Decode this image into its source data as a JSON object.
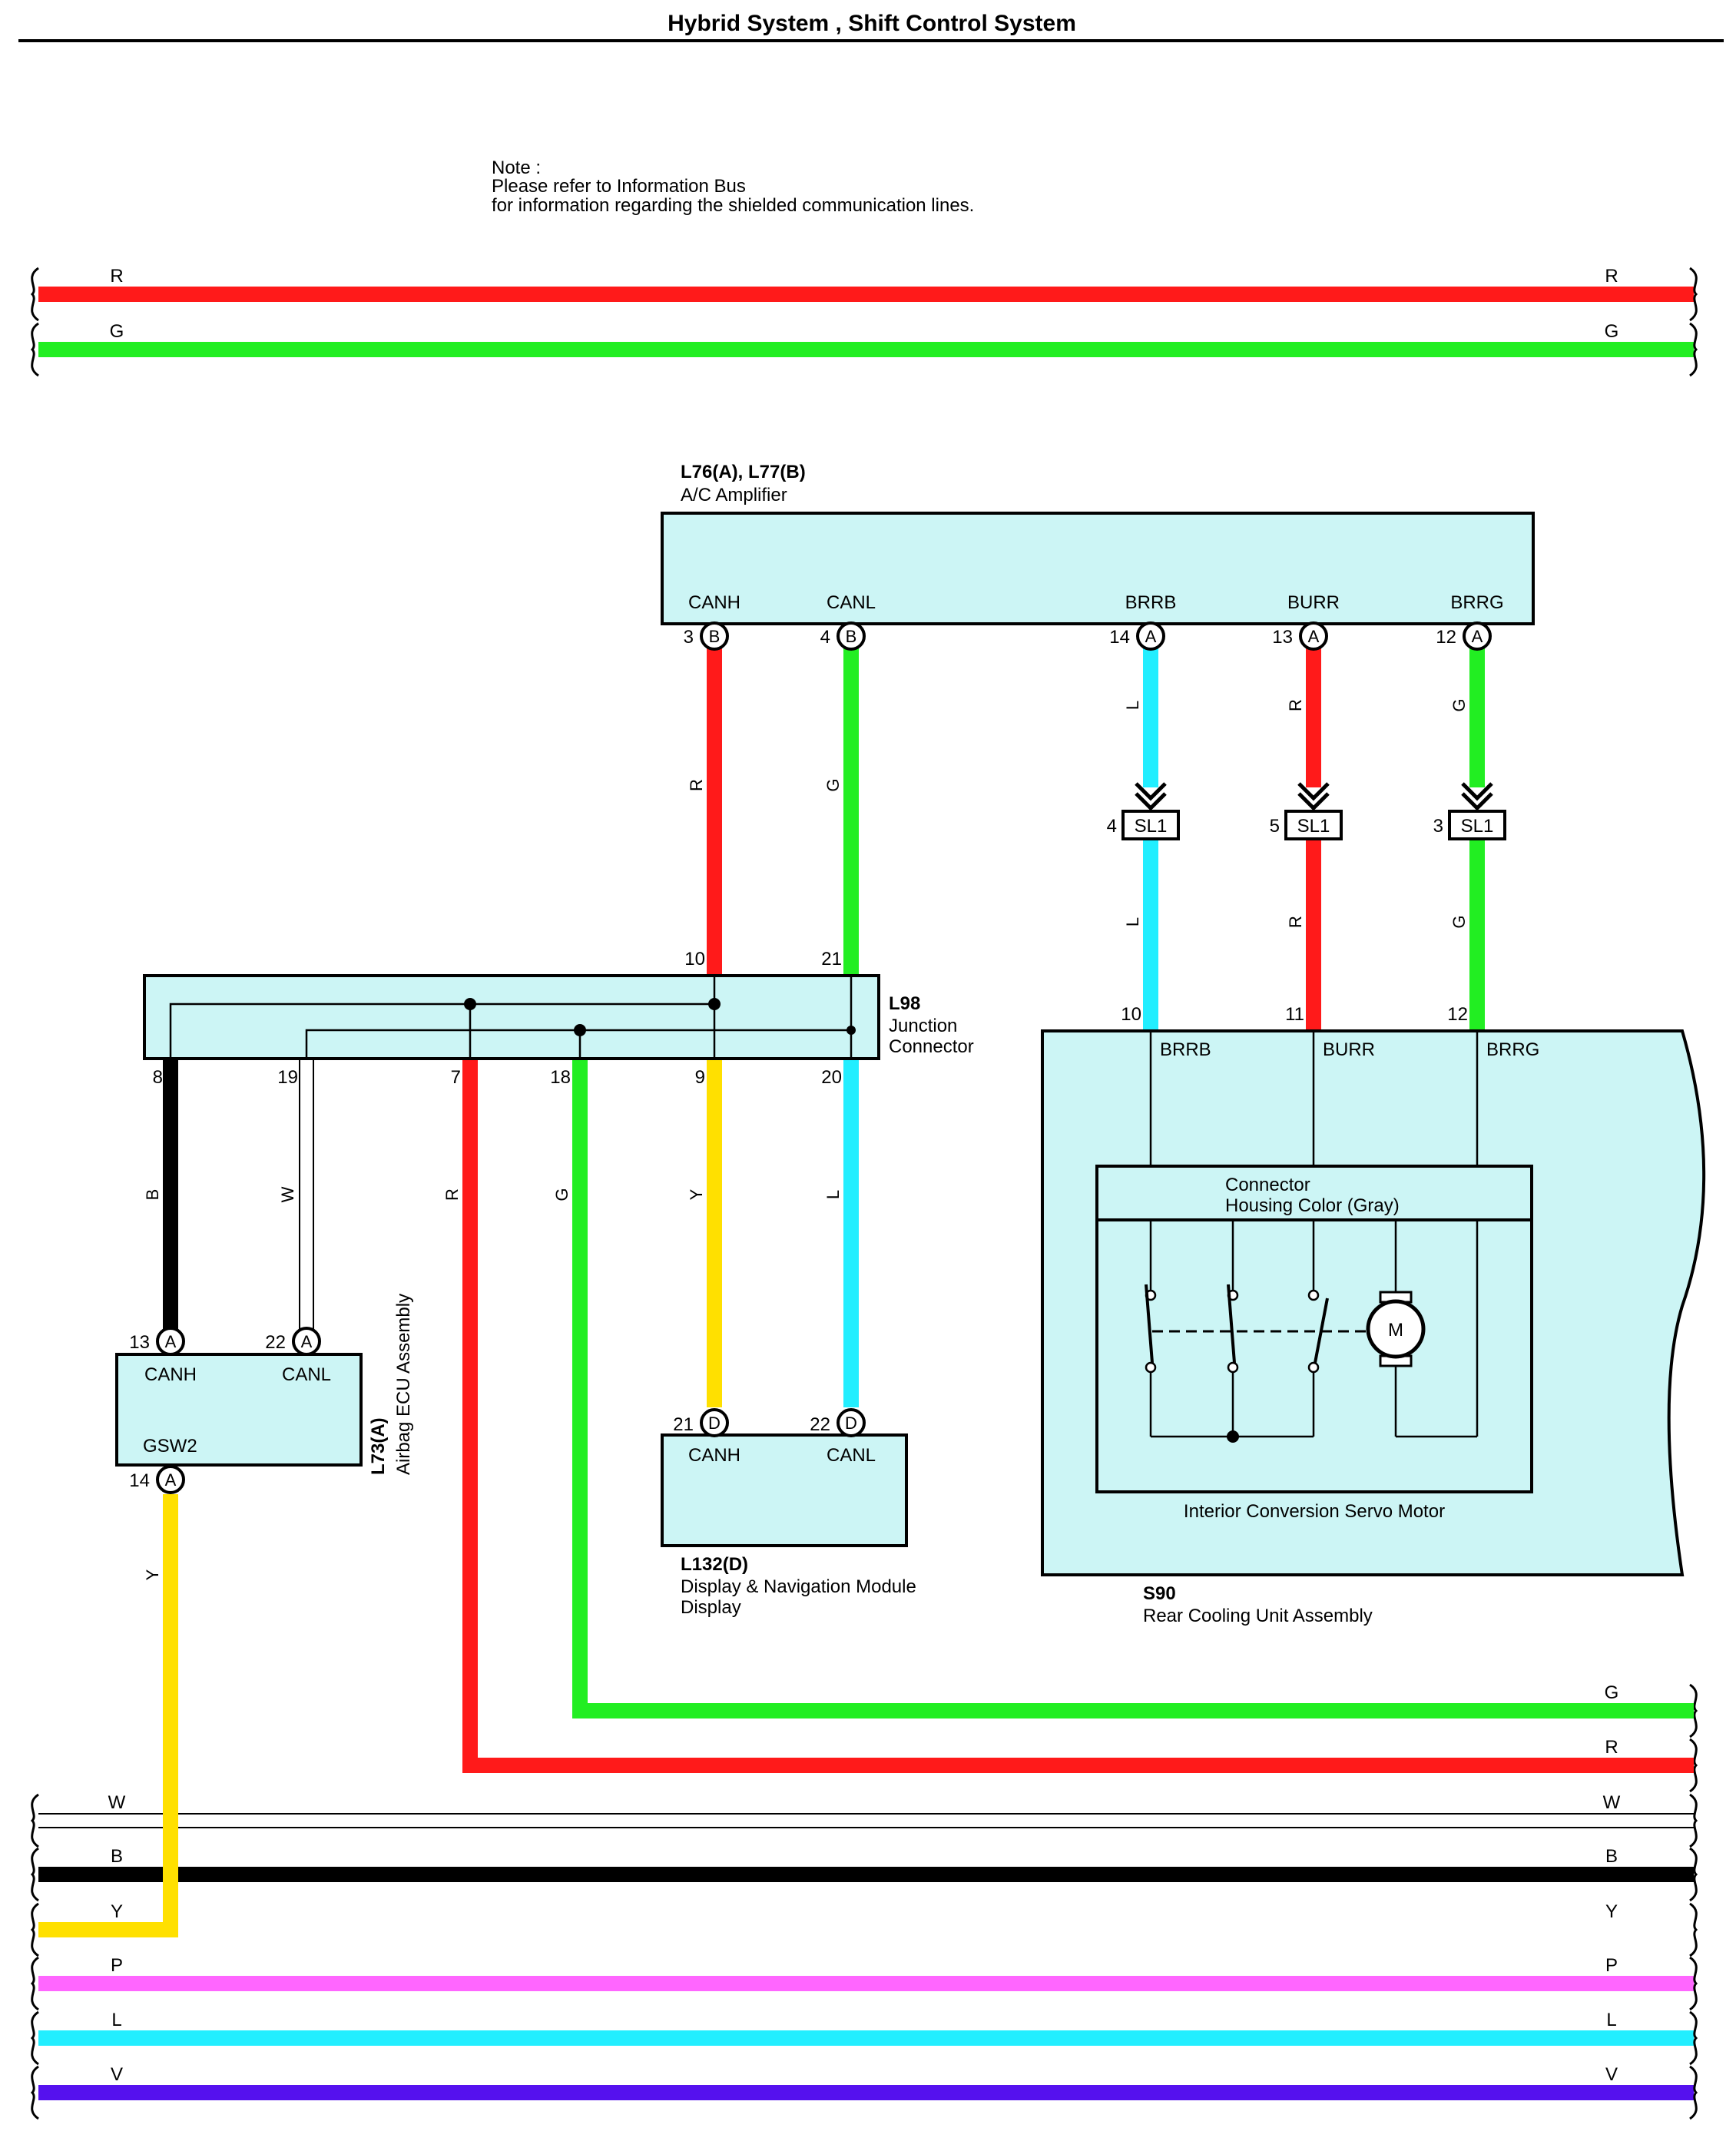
{
  "title": "Hybrid System , Shift Control System",
  "note": {
    "line1": "Note :",
    "line2": "Please refer to Information Bus",
    "line3": "for information regarding the shielded communication lines."
  },
  "colors": {
    "R": "#ff1a1a",
    "G": "#22ee22",
    "L": "#22eeff",
    "Y": "#ffe000",
    "B": "#000000",
    "W": "#ffffff",
    "P": "#ff66ff",
    "V": "#5511ee",
    "component_fill": "#ccf5f5"
  },
  "top_bus": [
    {
      "code": "R",
      "color": "R"
    },
    {
      "code": "G",
      "color": "G"
    }
  ],
  "ac_amplifier": {
    "ref": "L76(A), L77(B)",
    "name": "A/C Amplifier",
    "terminals": [
      {
        "label": "CANH",
        "pin": "3",
        "conn": "B",
        "wire": "R"
      },
      {
        "label": "CANL",
        "pin": "4",
        "conn": "B",
        "wire": "G"
      },
      {
        "label": "BRRB",
        "pin": "14",
        "conn": "A",
        "wire": "L"
      },
      {
        "label": "BURR",
        "pin": "13",
        "conn": "A",
        "wire": "R"
      },
      {
        "label": "BRRG",
        "pin": "12",
        "conn": "A",
        "wire": "G"
      }
    ]
  },
  "sl1": {
    "label": "SL1",
    "pins": [
      "4",
      "5",
      "3"
    ]
  },
  "junction_connector": {
    "ref": "L98",
    "name1": "Junction",
    "name2": "Connector",
    "top_pins": [
      "10",
      "21"
    ],
    "bottom_pins": [
      {
        "pin": "8",
        "wire": "B"
      },
      {
        "pin": "19",
        "wire": "W"
      },
      {
        "pin": "7",
        "wire": "R"
      },
      {
        "pin": "18",
        "wire": "G"
      },
      {
        "pin": "9",
        "wire": "Y"
      },
      {
        "pin": "20",
        "wire": "L"
      }
    ]
  },
  "airbag_ecu": {
    "ref": "L73(A)",
    "name": "Airbag ECU Assembly",
    "terminals": [
      {
        "label": "CANH",
        "pin": "13",
        "conn": "A"
      },
      {
        "label": "CANL",
        "pin": "22",
        "conn": "A"
      },
      {
        "label": "GSW2",
        "pin": "14",
        "conn": "A"
      }
    ],
    "out_wire": "Y"
  },
  "display_module": {
    "ref": "L132(D)",
    "name1": "Display & Navigation Module",
    "name2": "Display",
    "terminals": [
      {
        "label": "CANH",
        "pin": "21",
        "conn": "D"
      },
      {
        "label": "CANL",
        "pin": "22",
        "conn": "D"
      }
    ]
  },
  "rear_cooling_unit": {
    "ref": "S90",
    "name": "Rear Cooling Unit Assembly",
    "terminals": [
      {
        "label": "BRRB",
        "pin": "10"
      },
      {
        "label": "BURR",
        "pin": "11"
      },
      {
        "label": "BRRG",
        "pin": "12"
      }
    ],
    "housing1": "Connector",
    "housing2": "Housing Color (Gray)",
    "motor_symbol": "M",
    "motor_name": "Interior Conversion Servo Motor"
  },
  "bottom_bus": [
    {
      "code": "G",
      "color": "G"
    },
    {
      "code": "R",
      "color": "R"
    },
    {
      "code": "W",
      "color": "W"
    },
    {
      "code": "B",
      "color": "B"
    },
    {
      "code": "Y",
      "color": "Y"
    },
    {
      "code": "P",
      "color": "P"
    },
    {
      "code": "L",
      "color": "L"
    },
    {
      "code": "V",
      "color": "V"
    }
  ]
}
